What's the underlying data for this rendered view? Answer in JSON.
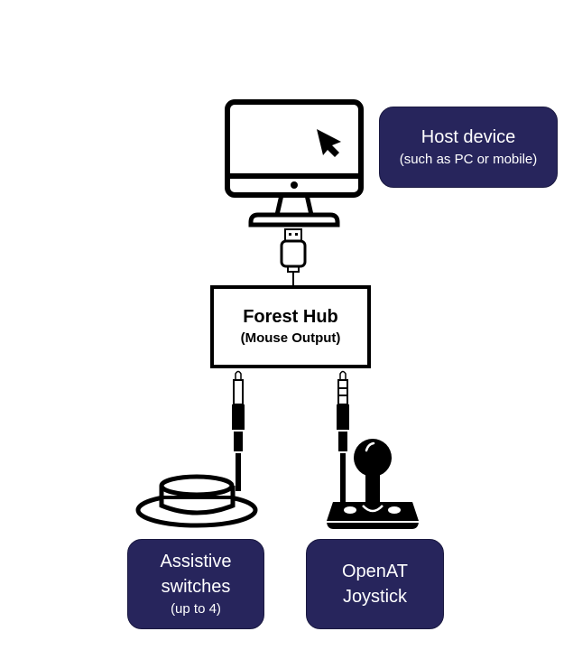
{
  "diagram": {
    "host": {
      "title": "Host device",
      "subtitle": "(such as PC or mobile)"
    },
    "hub": {
      "title": "Forest Hub",
      "subtitle": "(Mouse Output)"
    },
    "switches": {
      "line1": "Assistive",
      "line2": "switches",
      "subtitle": "(up to 4)"
    },
    "joystick": {
      "line1": "OpenAT",
      "line2": "Joystick"
    },
    "icons": [
      "monitor-icon",
      "mouse-cursor-icon",
      "usb-plug-icon",
      "audio-jack-icon",
      "switch-button-icon",
      "joystick-icon"
    ],
    "colors": {
      "label_bg": "#27255c",
      "label_text": "#ffffff",
      "line": "#000000"
    }
  }
}
